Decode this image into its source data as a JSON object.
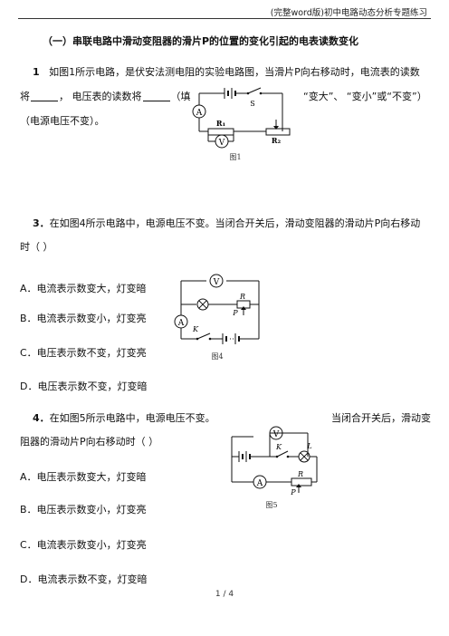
{
  "header": "(完整word版)初中电路动态分析专题练习",
  "section_title": "（一）串联电路中滑动变阻器的滑片P的位置的变化引起的电表读数变化",
  "q1": {
    "number": "1",
    "line1": "如图1所示电路，是伏安法测电阻的实验电路图，当滑片P向右移动时，电流表的读数",
    "line2a": "将",
    "line2b": "，  电压表的读数将",
    "line2c": "（填",
    "line2d": "“变大”、 “变小”或“不变”）",
    "line3": "（电源电压不变）。",
    "fig": {
      "label": "图1",
      "ammeter": "A",
      "voltmeter": "V",
      "switch": "S",
      "r1": "R₁",
      "r2": "R₂"
    }
  },
  "q3": {
    "number": "3．",
    "line1": "在如图4所示电路中，电源电压不变。当闭合开关后，滑动变阻器的滑动片P向右移动",
    "line2": "时（        ）",
    "options": [
      "A．电流表示数变大，灯变暗",
      "B．电流表示数变小，灯变亮",
      "C．电压表示数不变，灯变亮",
      "D．电压表示数不变，灯变暗"
    ],
    "fig": {
      "label": "图4",
      "voltmeter": "V",
      "ammeter": "A",
      "r": "R",
      "p": "P",
      "k": "K"
    }
  },
  "q4": {
    "number": "4．",
    "line1a": "在如图5所示电路中，电源电压不变。",
    "line1b": "当闭合开关后，滑动变",
    "line2": "阻器的滑动片P向右移动时（      ）",
    "options": [
      "A．电压表示数变大，灯变暗",
      "B．电压表示数变小，灯变亮",
      "C．电流表示数变小，灯变亮",
      "D．电流表示数不变，灯变暗"
    ],
    "fig": {
      "label": "图5",
      "voltmeter": "V",
      "ammeter": "A",
      "r": "R",
      "p": "P",
      "k": "K",
      "l": "L"
    }
  },
  "footer": "1 / 4"
}
